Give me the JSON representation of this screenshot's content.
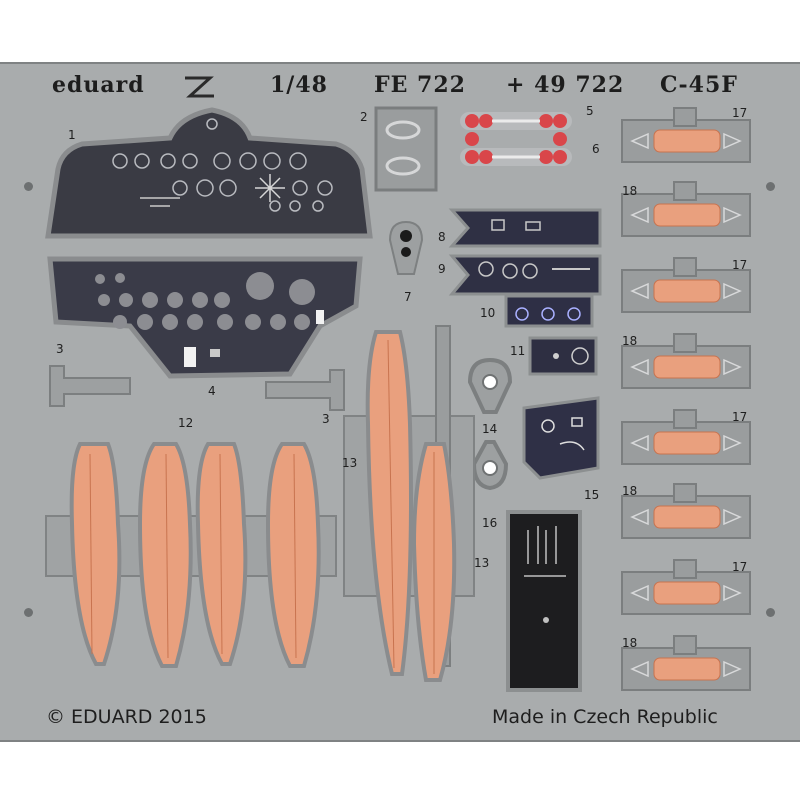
{
  "header": {
    "brand": "eduard",
    "scale": "1/48",
    "set_code": "FE 722",
    "plus_code": "+ 49 722",
    "model": "C-45F"
  },
  "footer": {
    "copyright": "© EDUARD 2015",
    "origin": "Made in Czech Republic"
  },
  "part_numbers": {
    "p1": "1",
    "p2": "2",
    "p3a": "3",
    "p3b": "3",
    "p4": "4",
    "p5": "5",
    "p6": "6",
    "p7": "7",
    "p8": "8",
    "p9": "9",
    "p10": "10",
    "p11": "11",
    "p12": "12",
    "p13a": "13",
    "p13b": "13",
    "p14": "14",
    "p15": "15",
    "p16": "16",
    "p17a": "17",
    "p17b": "17",
    "p17c": "17",
    "p17d": "17",
    "p18a": "18",
    "p18b": "18",
    "p18c": "18",
    "p18d": "18"
  },
  "colors": {
    "fret": "#a9acad",
    "panel": "#2c2c3a",
    "belt": "#e9a07e",
    "red": "#d9464a",
    "steel": "#8f9293"
  }
}
